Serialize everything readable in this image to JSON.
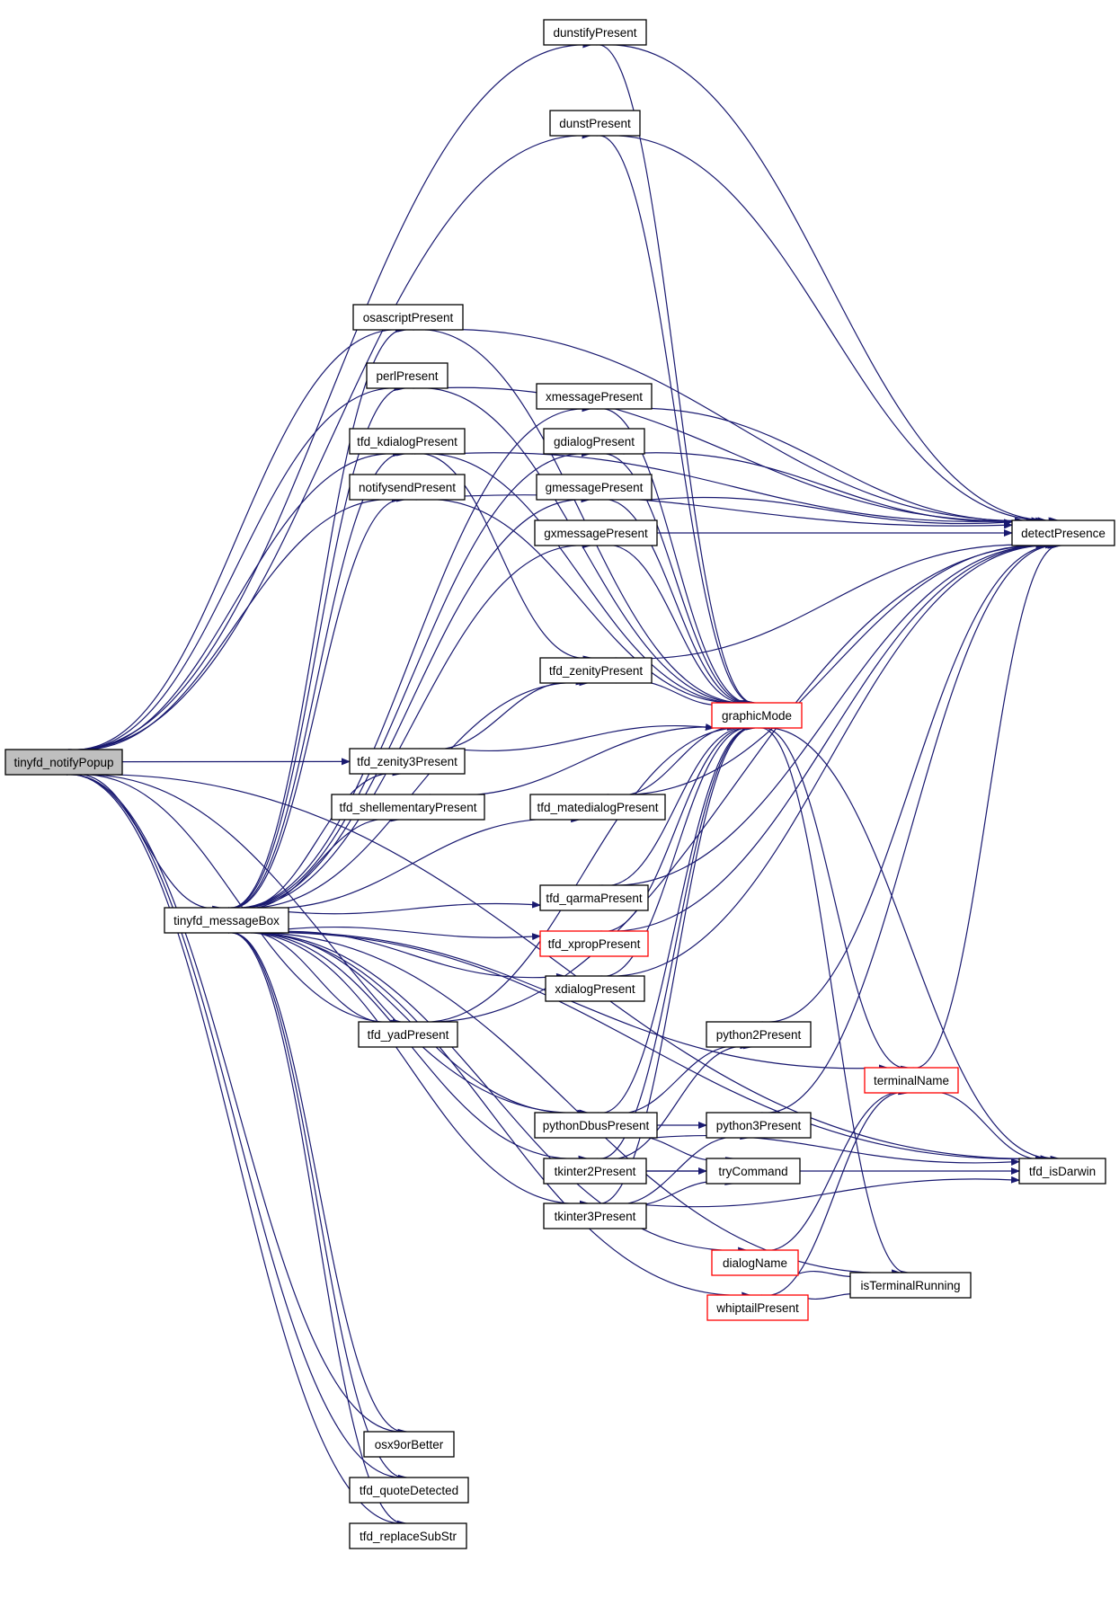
{
  "colors": {
    "edge": "#191970",
    "node_border": "#000000",
    "node_border_highlight": "#ff0000",
    "root_fill": "#bfbfbf",
    "node_fill": "#ffffff"
  },
  "nodes": [
    {
      "id": "notify",
      "label": "tinyfd_notifyPopup",
      "style": "root"
    },
    {
      "id": "msgbox",
      "label": "tinyfd_messageBox",
      "style": "normal"
    },
    {
      "id": "dunstify",
      "label": "dunstifyPresent",
      "style": "normal"
    },
    {
      "id": "dunst",
      "label": "dunstPresent",
      "style": "normal"
    },
    {
      "id": "osascript",
      "label": "osascriptPresent",
      "style": "normal"
    },
    {
      "id": "perl",
      "label": "perlPresent",
      "style": "normal"
    },
    {
      "id": "kdialog",
      "label": "tfd_kdialogPresent",
      "style": "normal"
    },
    {
      "id": "notifysend",
      "label": "notifysendPresent",
      "style": "normal"
    },
    {
      "id": "xmessage",
      "label": "xmessagePresent",
      "style": "normal"
    },
    {
      "id": "gdialog",
      "label": "gdialogPresent",
      "style": "normal"
    },
    {
      "id": "gmessage",
      "label": "gmessagePresent",
      "style": "normal"
    },
    {
      "id": "gxmessage",
      "label": "gxmessagePresent",
      "style": "normal"
    },
    {
      "id": "detect",
      "label": "detectPresence",
      "style": "normal"
    },
    {
      "id": "zenity",
      "label": "tfd_zenityPresent",
      "style": "normal"
    },
    {
      "id": "graphic",
      "label": "graphicMode",
      "style": "highlight"
    },
    {
      "id": "zenity3",
      "label": "tfd_zenity3Present",
      "style": "normal"
    },
    {
      "id": "shellementary",
      "label": "tfd_shellementaryPresent",
      "style": "normal"
    },
    {
      "id": "matedialog",
      "label": "tfd_matedialogPresent",
      "style": "normal"
    },
    {
      "id": "qarma",
      "label": "tfd_qarmaPresent",
      "style": "normal"
    },
    {
      "id": "xprop",
      "label": "tfd_xpropPresent",
      "style": "highlight"
    },
    {
      "id": "xdialog",
      "label": "xdialogPresent",
      "style": "normal"
    },
    {
      "id": "yad",
      "label": "tfd_yadPresent",
      "style": "normal"
    },
    {
      "id": "python2",
      "label": "python2Present",
      "style": "normal"
    },
    {
      "id": "terminalname",
      "label": "terminalName",
      "style": "highlight"
    },
    {
      "id": "pythondbus",
      "label": "pythonDbusPresent",
      "style": "normal"
    },
    {
      "id": "python3",
      "label": "python3Present",
      "style": "normal"
    },
    {
      "id": "isdarwin",
      "label": "tfd_isDarwin",
      "style": "normal"
    },
    {
      "id": "tkinter2",
      "label": "tkinter2Present",
      "style": "normal"
    },
    {
      "id": "trycommand",
      "label": "tryCommand",
      "style": "normal"
    },
    {
      "id": "tkinter3",
      "label": "tkinter3Present",
      "style": "normal"
    },
    {
      "id": "dialogname",
      "label": "dialogName",
      "style": "highlight"
    },
    {
      "id": "isterminal",
      "label": "isTerminalRunning",
      "style": "normal"
    },
    {
      "id": "whiptail",
      "label": "whiptailPresent",
      "style": "highlight"
    },
    {
      "id": "osx9",
      "label": "osx9orBetter",
      "style": "normal"
    },
    {
      "id": "quote",
      "label": "tfd_quoteDetected",
      "style": "normal"
    },
    {
      "id": "replace",
      "label": "tfd_replaceSubStr",
      "style": "normal"
    }
  ],
  "edges": [
    [
      "notify",
      "dunstify"
    ],
    [
      "notify",
      "dunst"
    ],
    [
      "notify",
      "osascript"
    ],
    [
      "notify",
      "perl"
    ],
    [
      "notify",
      "kdialog"
    ],
    [
      "notify",
      "notifysend"
    ],
    [
      "notify",
      "zenity3"
    ],
    [
      "notify",
      "msgbox"
    ],
    [
      "notify",
      "yad"
    ],
    [
      "notify",
      "pythondbus"
    ],
    [
      "notify",
      "osx9"
    ],
    [
      "notify",
      "quote"
    ],
    [
      "notify",
      "replace"
    ],
    [
      "notify",
      "isdarwin"
    ],
    [
      "msgbox",
      "osascript"
    ],
    [
      "msgbox",
      "perl"
    ],
    [
      "msgbox",
      "kdialog"
    ],
    [
      "msgbox",
      "notifysend"
    ],
    [
      "msgbox",
      "xmessage"
    ],
    [
      "msgbox",
      "gdialog"
    ],
    [
      "msgbox",
      "gmessage"
    ],
    [
      "msgbox",
      "gxmessage"
    ],
    [
      "msgbox",
      "zenity"
    ],
    [
      "msgbox",
      "zenity3"
    ],
    [
      "msgbox",
      "shellementary"
    ],
    [
      "msgbox",
      "matedialog"
    ],
    [
      "msgbox",
      "qarma"
    ],
    [
      "msgbox",
      "xprop"
    ],
    [
      "msgbox",
      "xdialog"
    ],
    [
      "msgbox",
      "yad"
    ],
    [
      "msgbox",
      "terminalname"
    ],
    [
      "msgbox",
      "pythondbus"
    ],
    [
      "msgbox",
      "tkinter2"
    ],
    [
      "msgbox",
      "tkinter3"
    ],
    [
      "msgbox",
      "dialogname"
    ],
    [
      "msgbox",
      "whiptail"
    ],
    [
      "msgbox",
      "isterminal"
    ],
    [
      "msgbox",
      "isdarwin"
    ],
    [
      "msgbox",
      "osx9"
    ],
    [
      "msgbox",
      "quote"
    ],
    [
      "msgbox",
      "replace"
    ],
    [
      "dunstify",
      "detect"
    ],
    [
      "dunstify",
      "graphic"
    ],
    [
      "dunst",
      "detect"
    ],
    [
      "dunst",
      "graphic"
    ],
    [
      "osascript",
      "detect"
    ],
    [
      "osascript",
      "graphic"
    ],
    [
      "perl",
      "detect"
    ],
    [
      "perl",
      "graphic"
    ],
    [
      "kdialog",
      "detect"
    ],
    [
      "kdialog",
      "graphic"
    ],
    [
      "kdialog",
      "zenity"
    ],
    [
      "notifysend",
      "detect"
    ],
    [
      "notifysend",
      "graphic"
    ],
    [
      "xmessage",
      "detect"
    ],
    [
      "xmessage",
      "graphic"
    ],
    [
      "gdialog",
      "detect"
    ],
    [
      "gdialog",
      "graphic"
    ],
    [
      "gmessage",
      "detect"
    ],
    [
      "gmessage",
      "graphic"
    ],
    [
      "gxmessage",
      "detect"
    ],
    [
      "gxmessage",
      "graphic"
    ],
    [
      "zenity",
      "detect"
    ],
    [
      "zenity",
      "graphic"
    ],
    [
      "zenity3",
      "zenity"
    ],
    [
      "zenity3",
      "graphic"
    ],
    [
      "shellementary",
      "graphic"
    ],
    [
      "matedialog",
      "detect"
    ],
    [
      "matedialog",
      "graphic"
    ],
    [
      "qarma",
      "detect"
    ],
    [
      "qarma",
      "graphic"
    ],
    [
      "xprop",
      "detect"
    ],
    [
      "xprop",
      "graphic"
    ],
    [
      "xdialog",
      "detect"
    ],
    [
      "xdialog",
      "graphic"
    ],
    [
      "yad",
      "detect"
    ],
    [
      "yad",
      "graphic"
    ],
    [
      "graphic",
      "terminalname"
    ],
    [
      "graphic",
      "isterminal"
    ],
    [
      "graphic",
      "isdarwin"
    ],
    [
      "python2",
      "detect"
    ],
    [
      "terminalname",
      "detect"
    ],
    [
      "terminalname",
      "isdarwin"
    ],
    [
      "pythondbus",
      "python2"
    ],
    [
      "pythondbus",
      "python3"
    ],
    [
      "pythondbus",
      "trycommand"
    ],
    [
      "pythondbus",
      "isdarwin"
    ],
    [
      "pythondbus",
      "graphic"
    ],
    [
      "python3",
      "detect"
    ],
    [
      "tkinter2",
      "python2"
    ],
    [
      "tkinter2",
      "trycommand"
    ],
    [
      "tkinter2",
      "isdarwin"
    ],
    [
      "tkinter2",
      "graphic"
    ],
    [
      "tkinter3",
      "python3"
    ],
    [
      "tkinter3",
      "trycommand"
    ],
    [
      "tkinter3",
      "isdarwin"
    ],
    [
      "tkinter3",
      "graphic"
    ],
    [
      "dialogname",
      "terminalname"
    ],
    [
      "dialogname",
      "isterminal"
    ],
    [
      "whiptail",
      "terminalname"
    ],
    [
      "whiptail",
      "isterminal"
    ]
  ]
}
